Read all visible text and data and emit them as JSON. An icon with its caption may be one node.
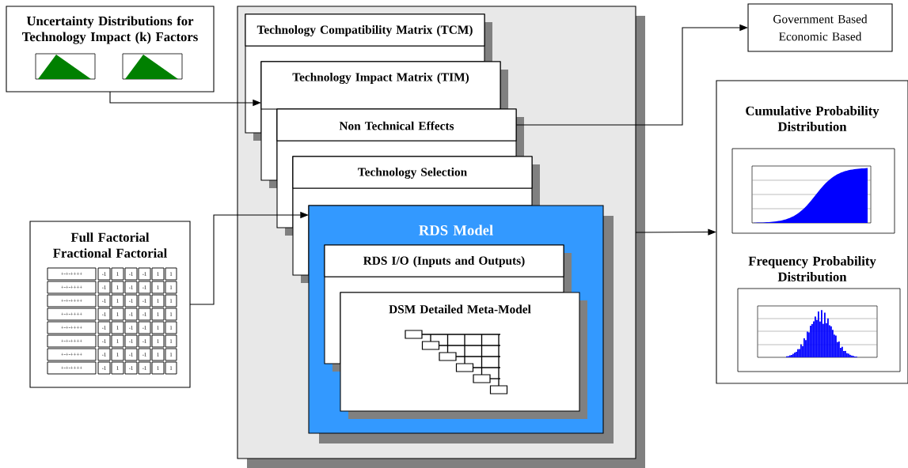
{
  "diagram": {
    "nodes": [
      {
        "text": [
          "Uncertainty Distributions for Technology Impact (k) Factors"
        ]
      },
      {
        "text": [
          "Full Factorial Fractional Factorial"
        ]
      },
      {
        "text": [
          "Government Based",
          "Economic Based"
        ]
      },
      {
        "text": [],
        "shape": "box"
      },
      {
        "text": [
          "Technology Compatibility Matrix (TCM)"
        ],
        "in": 3
      },
      {
        "text": [
          "Technology Impact Matrix (TIM)"
        ],
        "in": 3
      },
      {
        "text": [
          "Non Technical Effects"
        ],
        "in": 3
      },
      {
        "text": [
          "Technology Selection"
        ],
        "in": 3
      },
      {
        "text": [
          "RDS Model"
        ],
        "in": 3
      },
      {
        "text": [
          "RDS I/O (Inputs and Outputs)"
        ],
        "in": 8
      },
      {
        "text": [
          "DSM Detailed Meta-Model"
        ],
        "in": 8
      },
      {
        "text": [
          "Cumulative Probability Distribution",
          "Frequency Probability Distribution"
        ]
      }
    ],
    "edges": [
      {
        "from": 0,
        "to": 5,
        "arrow": "to"
      },
      {
        "from": 1,
        "to": 8,
        "arrow": "to"
      },
      {
        "from": 6,
        "to": 2,
        "arrow": "to"
      },
      {
        "from": 3,
        "to": 11,
        "arrow": "to"
      }
    ],
    "labels": [
      "+-+-++++",
      "-1",
      "1",
      "-1",
      "-1",
      "1",
      "1",
      "+-+-++++",
      "-1",
      "1",
      "-1",
      "-1",
      "1",
      "1",
      "+-+-++++",
      "-1",
      "1",
      "-1",
      "-1",
      "1",
      "1",
      "+-+-++++",
      "-1",
      "1",
      "-1",
      "-1",
      "1",
      "1",
      "+-+-++++",
      "-1",
      "1",
      "-1",
      "-1",
      "1",
      "1",
      "+-+-++++",
      "-1",
      "1",
      "-1",
      "-1",
      "1",
      "1",
      "+-+-++++",
      "-1",
      "1",
      "-1",
      "-1",
      "1",
      "1",
      "+-+-++++",
      "-1",
      "1",
      "-1",
      "-1",
      "1",
      "1"
    ]
  }
}
